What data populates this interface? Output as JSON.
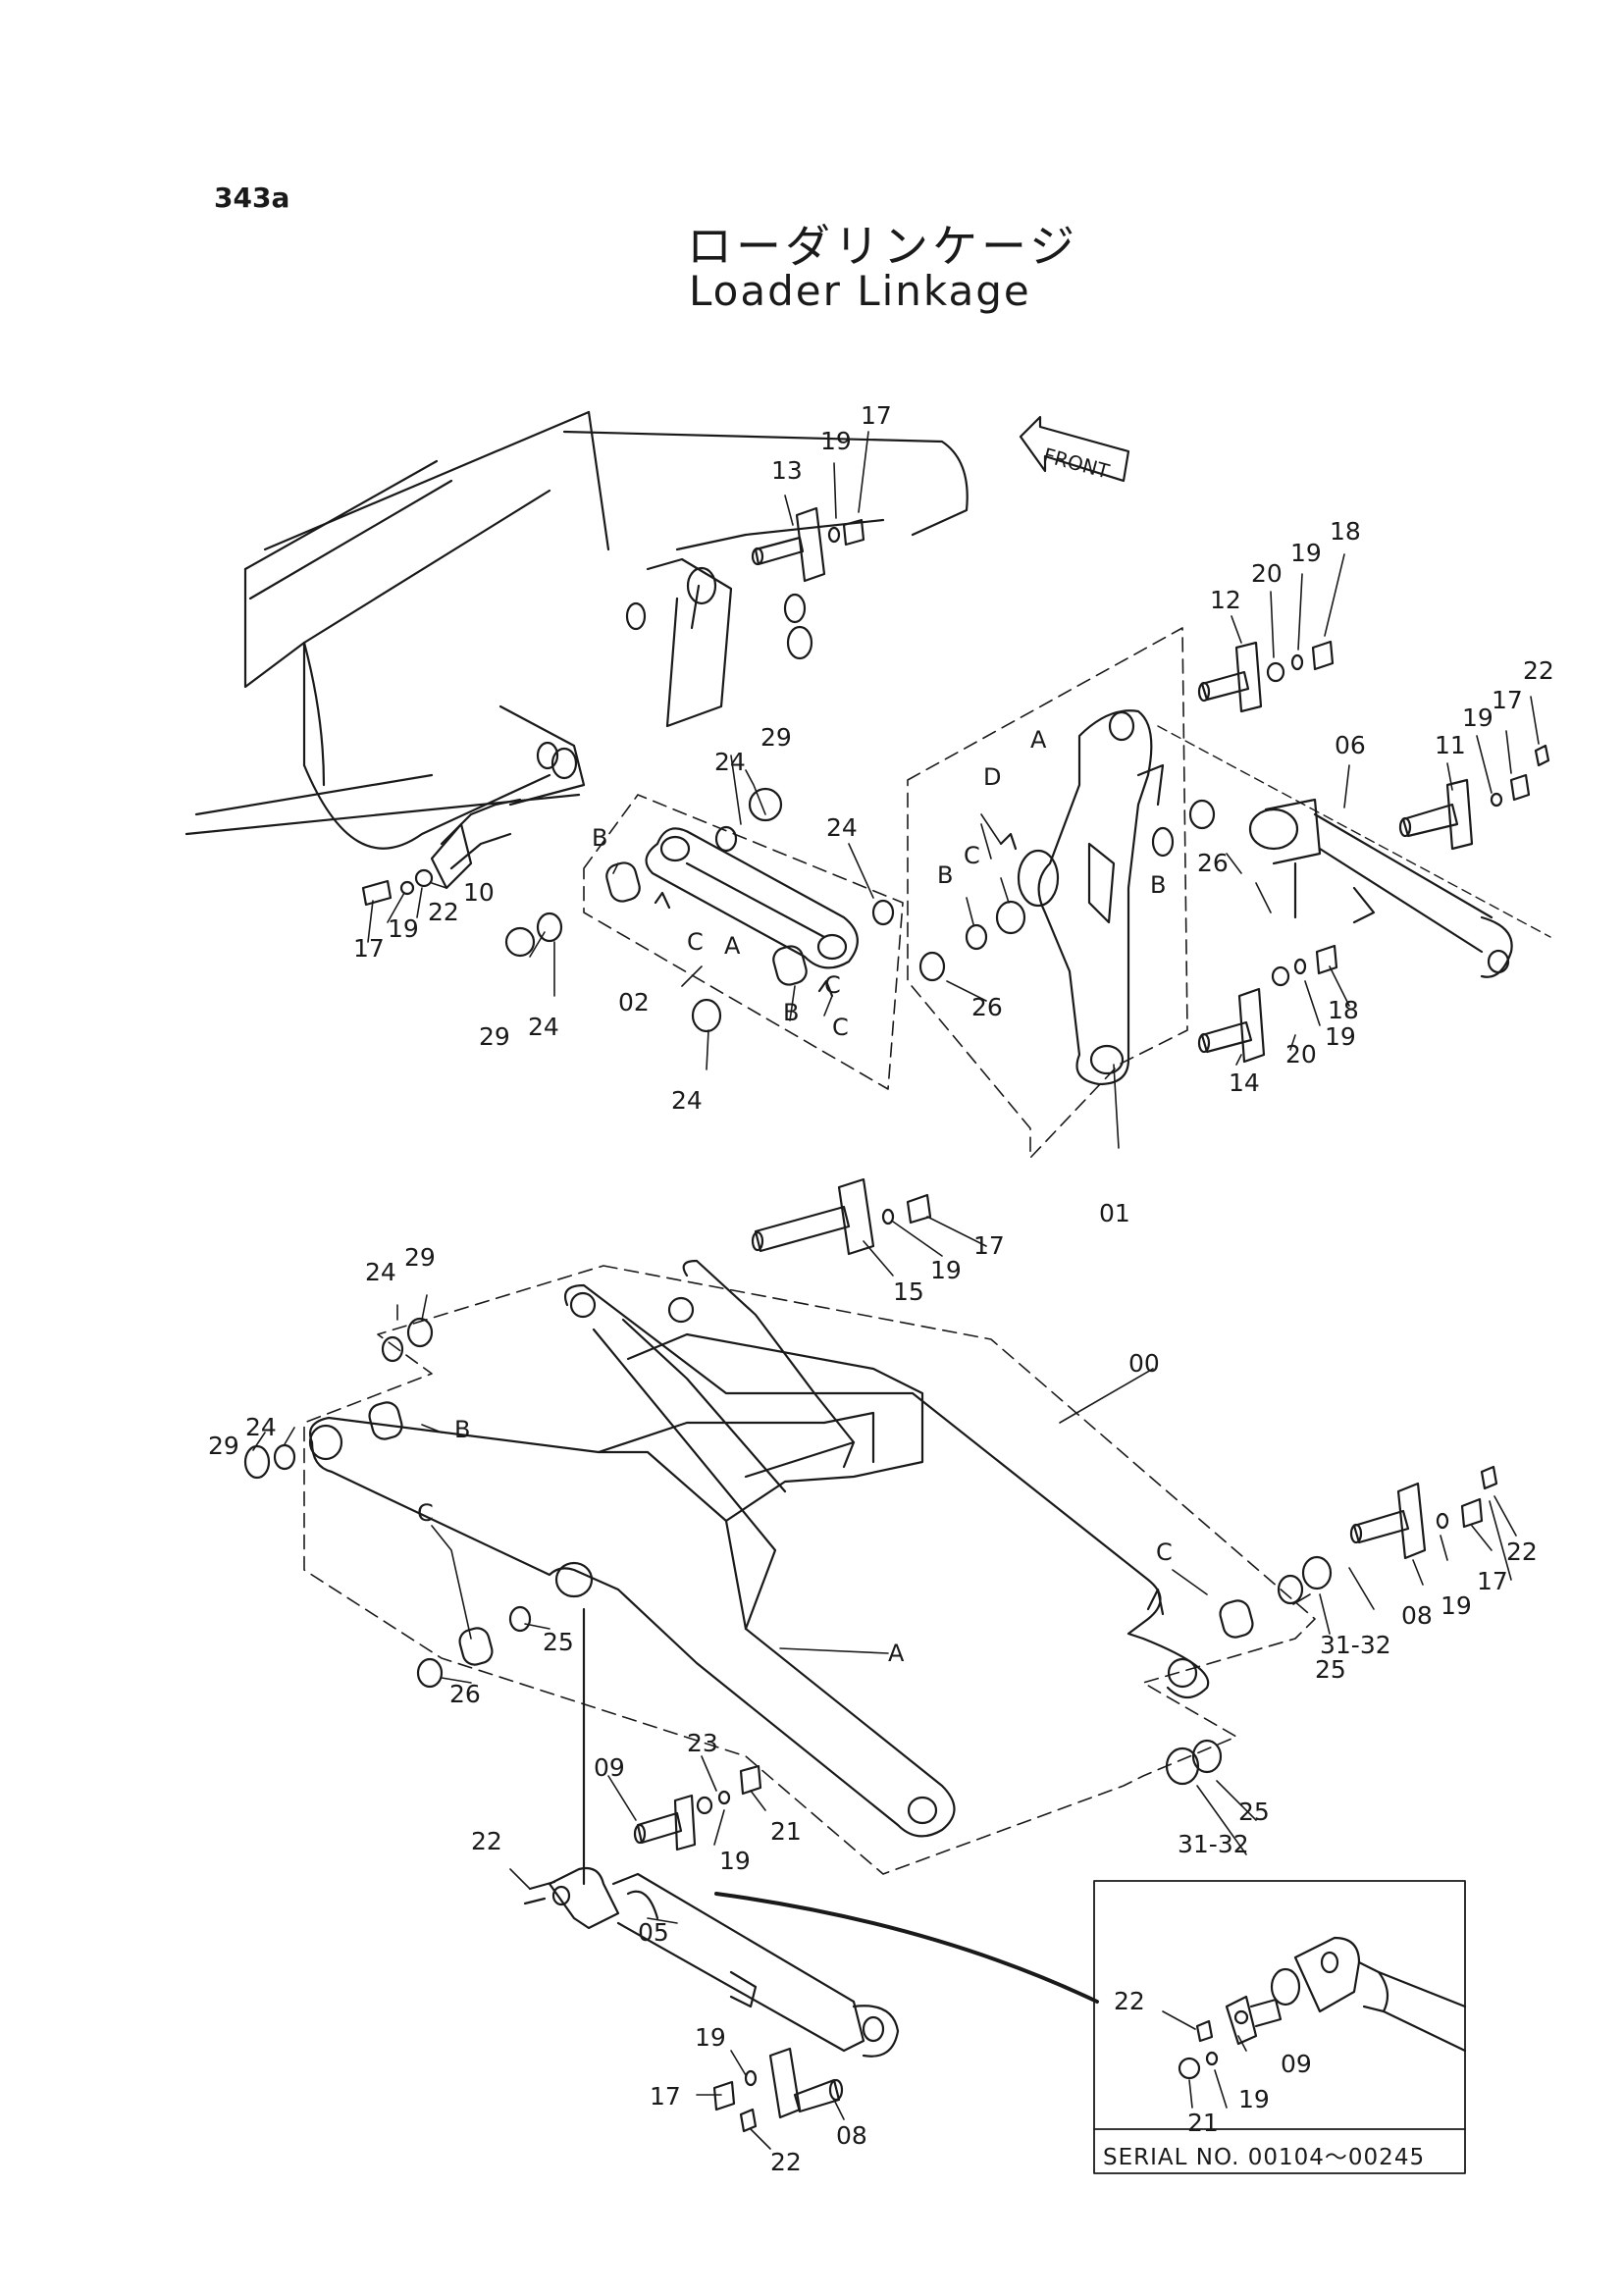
{
  "header": {
    "page_id": "343a",
    "title_jp": "ローダリンケージ",
    "title_en": "Loader Linkage"
  },
  "front_marker": "FRONT",
  "callouts": {
    "n13": "13",
    "n19a": "19",
    "n17a": "17",
    "n12": "12",
    "n20a": "20",
    "n19b": "19",
    "n18a": "18",
    "n22a": "22",
    "n17b": "17",
    "n19c": "19",
    "n11": "11",
    "n06": "06",
    "n29a": "29",
    "n24a": "24",
    "n24b": "24",
    "n10": "10",
    "n22b": "22",
    "n19d": "19",
    "n17c": "17",
    "n29b": "29",
    "n24c": "24",
    "n02": "02",
    "n24d": "24",
    "n26a": "26",
    "n26b": "26",
    "n18b": "18",
    "n20b": "20",
    "n19e": "19",
    "n14": "14",
    "n01": "01",
    "n17d": "17",
    "n19f": "19",
    "n15": "15",
    "n24e": "24",
    "n29c": "29",
    "n29d": "29",
    "n24f": "24",
    "n00": "00",
    "n22c": "22",
    "n17e": "17",
    "n19g": "19",
    "n08a": "08",
    "n25a": "25",
    "n31a": "31-32",
    "n25b": "25",
    "n26c": "26",
    "n23": "23",
    "n09a": "09",
    "n21a": "21",
    "n19h": "19",
    "n25c": "25",
    "n31b": "31-32",
    "n22d": "22",
    "n05": "05",
    "n19i": "19",
    "n17f": "17",
    "n08b": "08",
    "n22e": "22",
    "n22f": "22",
    "n09b": "09",
    "n21b": "21",
    "n19j": "19"
  },
  "letters": {
    "A1": "A",
    "B1": "B",
    "C1": "C",
    "D1": "D",
    "B2": "B",
    "C2": "C",
    "B3": "B",
    "C3": "C",
    "A2": "A",
    "B4": "B",
    "C4": "C",
    "B5": "B",
    "C5": "C",
    "C6": "C",
    "A3": "A"
  },
  "inset": {
    "serial_label": "SERIAL NO. 00104～00245"
  }
}
